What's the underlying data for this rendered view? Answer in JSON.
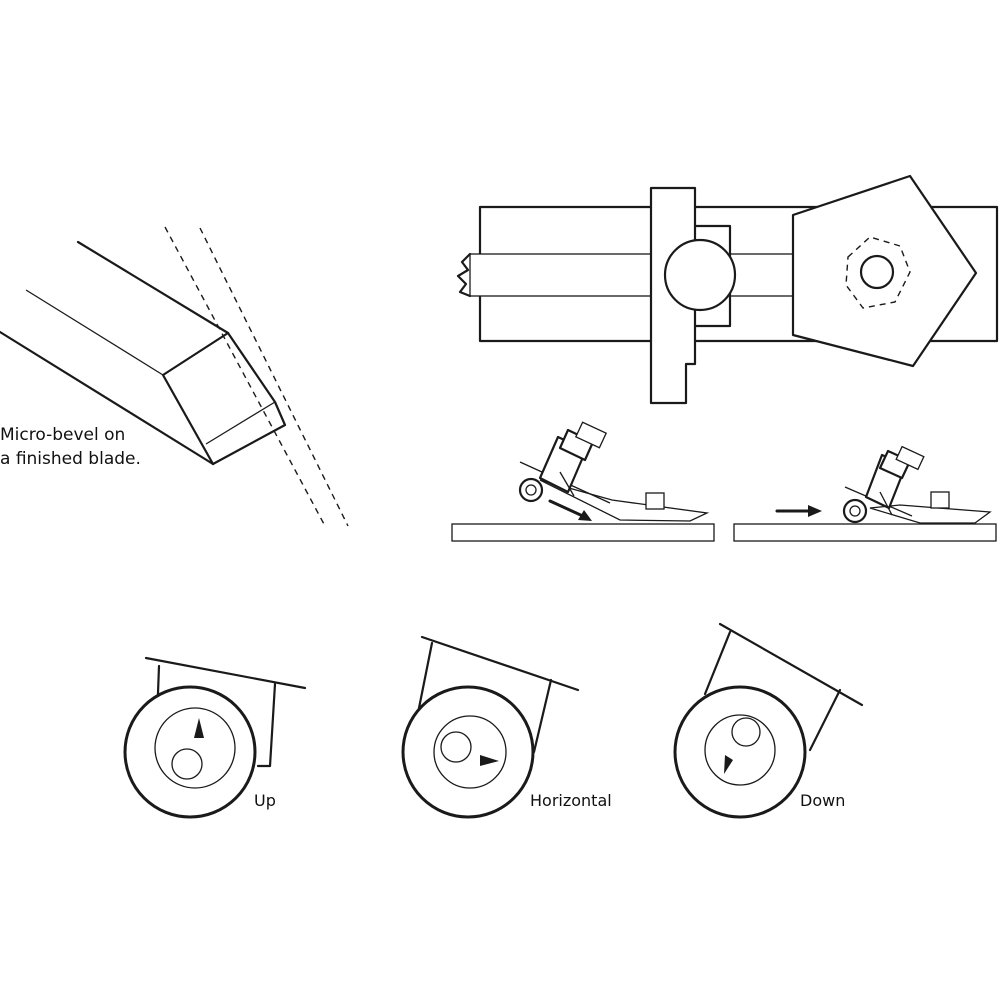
{
  "labels": {
    "micro_bevel_line1": "Micro-bevel on",
    "micro_bevel_line2": "a finished blade.",
    "up": "Up",
    "horizontal": "Horizontal",
    "down": "Down"
  }
}
